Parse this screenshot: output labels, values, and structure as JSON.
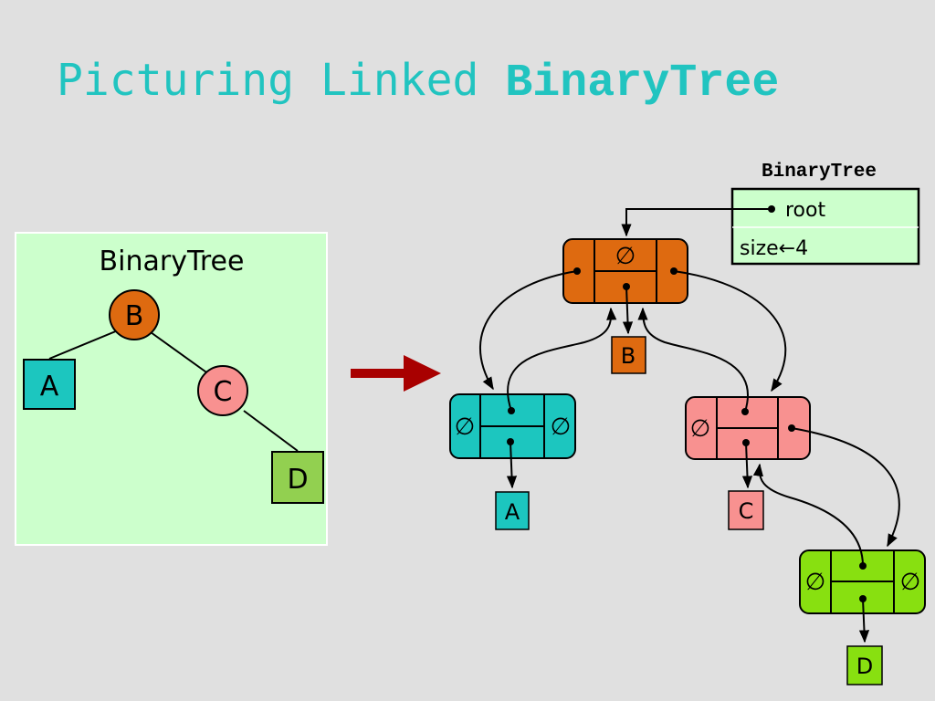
{
  "slide": {
    "title_plain": "Picturing Linked ",
    "title_code": "BinaryTree"
  },
  "abstract_tree": {
    "label": "BinaryTree",
    "nodes": {
      "b": "B",
      "a": "A",
      "c": "C",
      "d": "D"
    }
  },
  "linked_structure": {
    "header_label": "BinaryTree",
    "root_label": "root",
    "size_label": "size←4",
    "null_symbol": "∅",
    "values": {
      "b": "B",
      "a": "A",
      "c": "C",
      "d": "D"
    }
  },
  "colors": {
    "background": "#e0e0e0",
    "title": "#21c4c0",
    "panel": "#ccffcc",
    "node_b": "#de6a10",
    "node_a": "#1cc6bf",
    "node_c": "#f89190",
    "node_d": "#92d050",
    "node_d_linked": "#88e010",
    "arrow": "#a80000"
  }
}
